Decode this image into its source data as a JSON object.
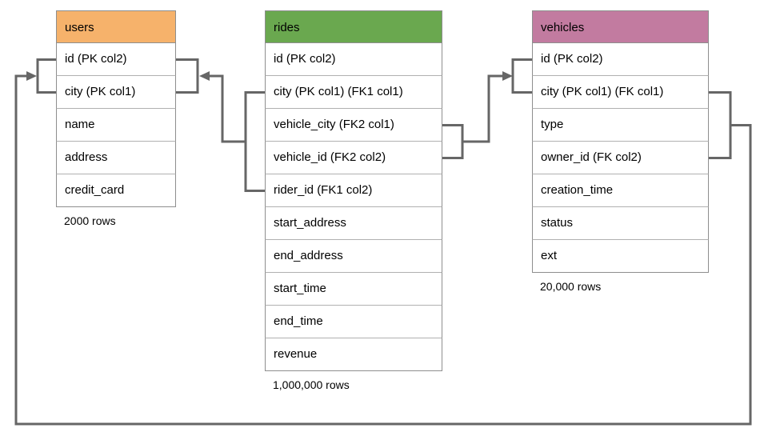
{
  "diagram": {
    "line_color": "#666666",
    "tables": {
      "users": {
        "title": "users",
        "header_color": "#F6B26B",
        "rows": [
          "id (PK col2)",
          "city (PK col1)",
          "name",
          "address",
          "credit_card"
        ],
        "row_count_label": "2000 rows"
      },
      "rides": {
        "title": "rides",
        "header_color": "#6AA84F",
        "rows": [
          "id (PK col2)",
          "city (PK col1) (FK1 col1)",
          "vehicle_city (FK2 col1)",
          "vehicle_id (FK2 col2)",
          "rider_id (FK1 col2)",
          "start_address",
          "end_address",
          "start_time",
          "end_time",
          "revenue"
        ],
        "row_count_label": "1,000,000 rows"
      },
      "vehicles": {
        "title": "vehicles",
        "header_color": "#C27BA0",
        "rows": [
          "id (PK col2)",
          "city (PK col1) (FK col1)",
          "type",
          "owner_id (FK col2)",
          "creation_time",
          "status",
          "ext"
        ],
        "row_count_label": "20,000 rows"
      }
    },
    "relationships": [
      {
        "label": "FK1",
        "from": "rides (city, rider_id)",
        "to": "users (city, id)"
      },
      {
        "label": "FK2",
        "from": "rides (vehicle_city, vehicle_id)",
        "to": "vehicles (city, id)"
      },
      {
        "label": "FK",
        "from": "vehicles (city, owner_id)",
        "to": "users (city, id)"
      }
    ]
  }
}
